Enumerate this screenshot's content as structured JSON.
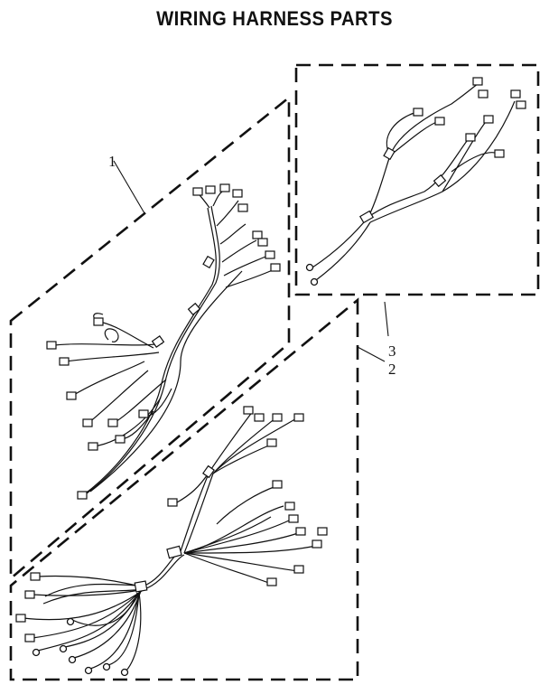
{
  "title": "WIRING HARNESS PARTS",
  "callouts": {
    "one": "1",
    "three": "3",
    "two": "2"
  },
  "colors": {
    "line": "#111111",
    "background": "#ffffff"
  }
}
